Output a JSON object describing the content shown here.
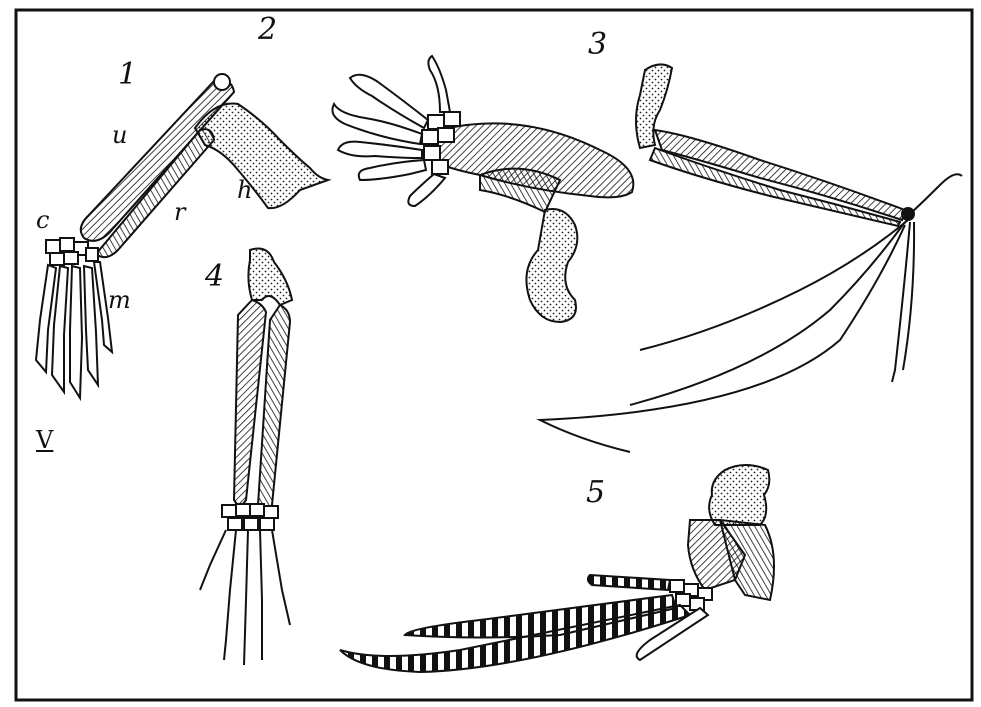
{
  "figure": {
    "panel_numbers": [
      "1",
      "2",
      "3",
      "4",
      "5"
    ],
    "bone_labels": {
      "u": "u",
      "c": "c",
      "r": "r",
      "h": "h",
      "m": "m"
    },
    "digit_label": "V"
  }
}
